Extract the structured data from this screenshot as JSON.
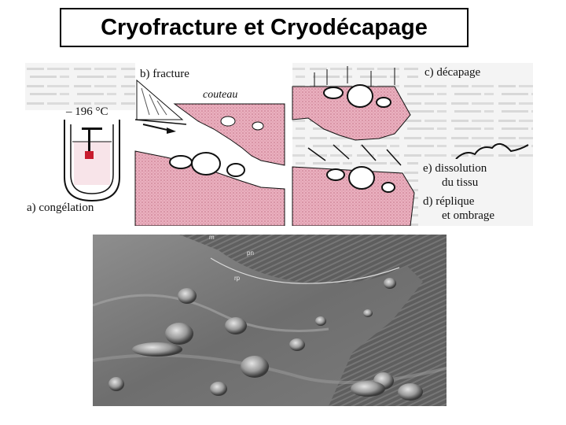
{
  "slide": {
    "title": "Cryofracture et Cryodécapage"
  },
  "diagram": {
    "temperature": "– 196 °C",
    "labels": {
      "a": "a)  congélation",
      "b": "b)  fracture",
      "knife": "couteau",
      "c": "c)  décapage",
      "e1": "e)  dissolution",
      "e2": "du tissu",
      "d1": "d)  réplique",
      "d2": "et ombrage"
    },
    "colors": {
      "tissue": "#e8a4b4",
      "tissue_dark": "#c97a8e",
      "background_text": "#cfcfcf"
    }
  },
  "micrograph": {
    "labels": {
      "pn": "pn",
      "m": "m",
      "rp": "rp"
    }
  }
}
